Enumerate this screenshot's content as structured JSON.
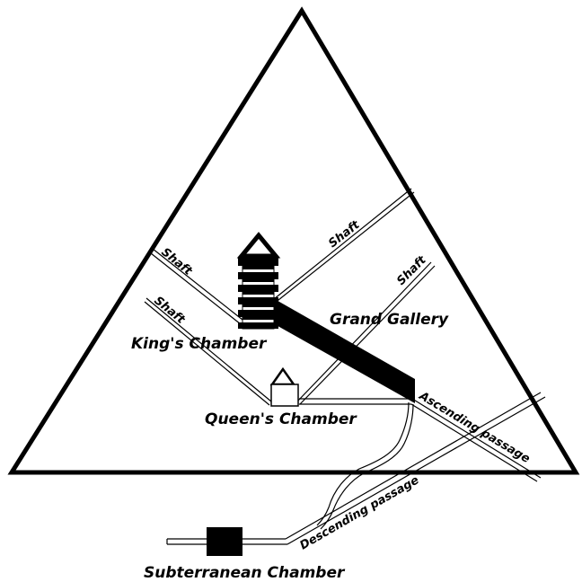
{
  "diagram": {
    "labels": {
      "kings_chamber": "King's Chamber",
      "queens_chamber": "Queen's Chamber",
      "grand_gallery": "Grand Gallery",
      "subterranean_chamber": "Subterranean Chamber",
      "ascending_passage": "Ascending passage",
      "descending_passage": "Descending passage",
      "shaft_king_north": "Shaft",
      "shaft_king_south": "Shaft",
      "shaft_queen_north": "Shaft",
      "shaft_queen_south": "Shaft"
    }
  }
}
